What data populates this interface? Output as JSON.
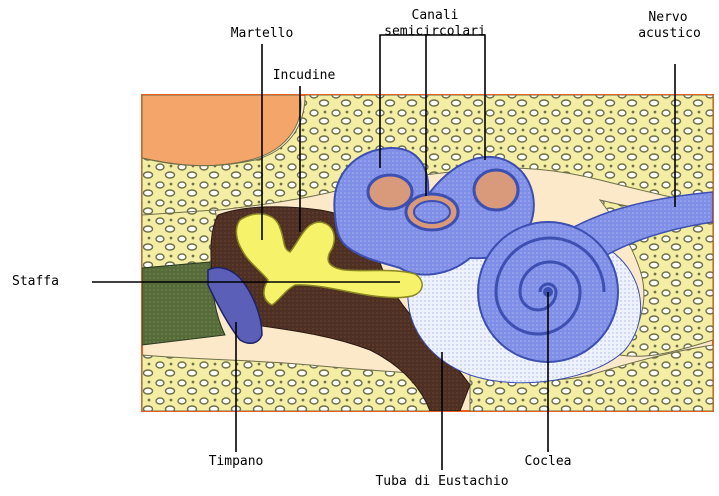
{
  "labels": {
    "martello": "Martello",
    "incudine": "Incudine",
    "canali_line1": "Canali",
    "canali_line2": "semicircolari",
    "nervo_line1": "Nervo",
    "nervo_line2": "acustico",
    "staffa": "Staffa",
    "timpano": "Timpano",
    "tuba": "Tuba di Eustachio",
    "coclea": "Coclea"
  },
  "colors": {
    "frame_fill": "#fbe9c9",
    "frame_border": "#e4601e",
    "bone_yellow": "#f3eea3",
    "bone_dots": "#6f6f4a",
    "skin_orange": "#f3a56a",
    "canal_blue": "#7f8ee6",
    "canal_dark": "#3d4fb0",
    "canal_inner": "#d89a7a",
    "ossicle_yellow": "#f6f36a",
    "cavity_brown": "#4e2f23",
    "tympanum_blue": "#5b5fb8",
    "canal_green": "#556b3a",
    "membrane_white": "#eef2ff",
    "leader_line": "#000000"
  }
}
